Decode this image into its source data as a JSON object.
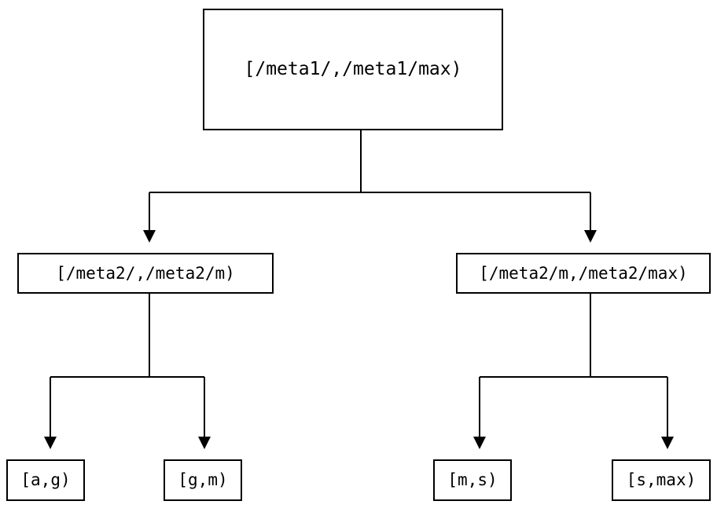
{
  "diagram": {
    "type": "tree",
    "orientation": "top-down",
    "background_color": "#ffffff",
    "stroke_color": "#000000",
    "text_color": "#000000",
    "stroke_width": 2,
    "arrowhead_style": "solid-triangle-down",
    "levels": 3,
    "nodes": [
      {
        "id": "root",
        "level": 0,
        "label": "[/meta1/,/meta1/max)",
        "children": [
          "meta2_low",
          "meta2_high"
        ]
      },
      {
        "id": "meta2_low",
        "level": 1,
        "label": "[/meta2/,/meta2/m)",
        "children": [
          "leaf_ag",
          "leaf_gm"
        ]
      },
      {
        "id": "meta2_high",
        "level": 1,
        "label": "[/meta2/m,/meta2/max)",
        "children": [
          "leaf_ms",
          "leaf_smax"
        ]
      },
      {
        "id": "leaf_ag",
        "level": 2,
        "label": "[a,g)",
        "children": []
      },
      {
        "id": "leaf_gm",
        "level": 2,
        "label": "[g,m)",
        "children": []
      },
      {
        "id": "leaf_ms",
        "level": 2,
        "label": "[m,s)",
        "children": []
      },
      {
        "id": "leaf_smax",
        "level": 2,
        "label": "[s,max)",
        "children": []
      }
    ],
    "edges": [
      {
        "from": "root",
        "to": "meta2_low"
      },
      {
        "from": "root",
        "to": "meta2_high"
      },
      {
        "from": "meta2_low",
        "to": "leaf_ag"
      },
      {
        "from": "meta2_low",
        "to": "leaf_gm"
      },
      {
        "from": "meta2_high",
        "to": "leaf_ms"
      },
      {
        "from": "meta2_high",
        "to": "leaf_smax"
      }
    ]
  }
}
